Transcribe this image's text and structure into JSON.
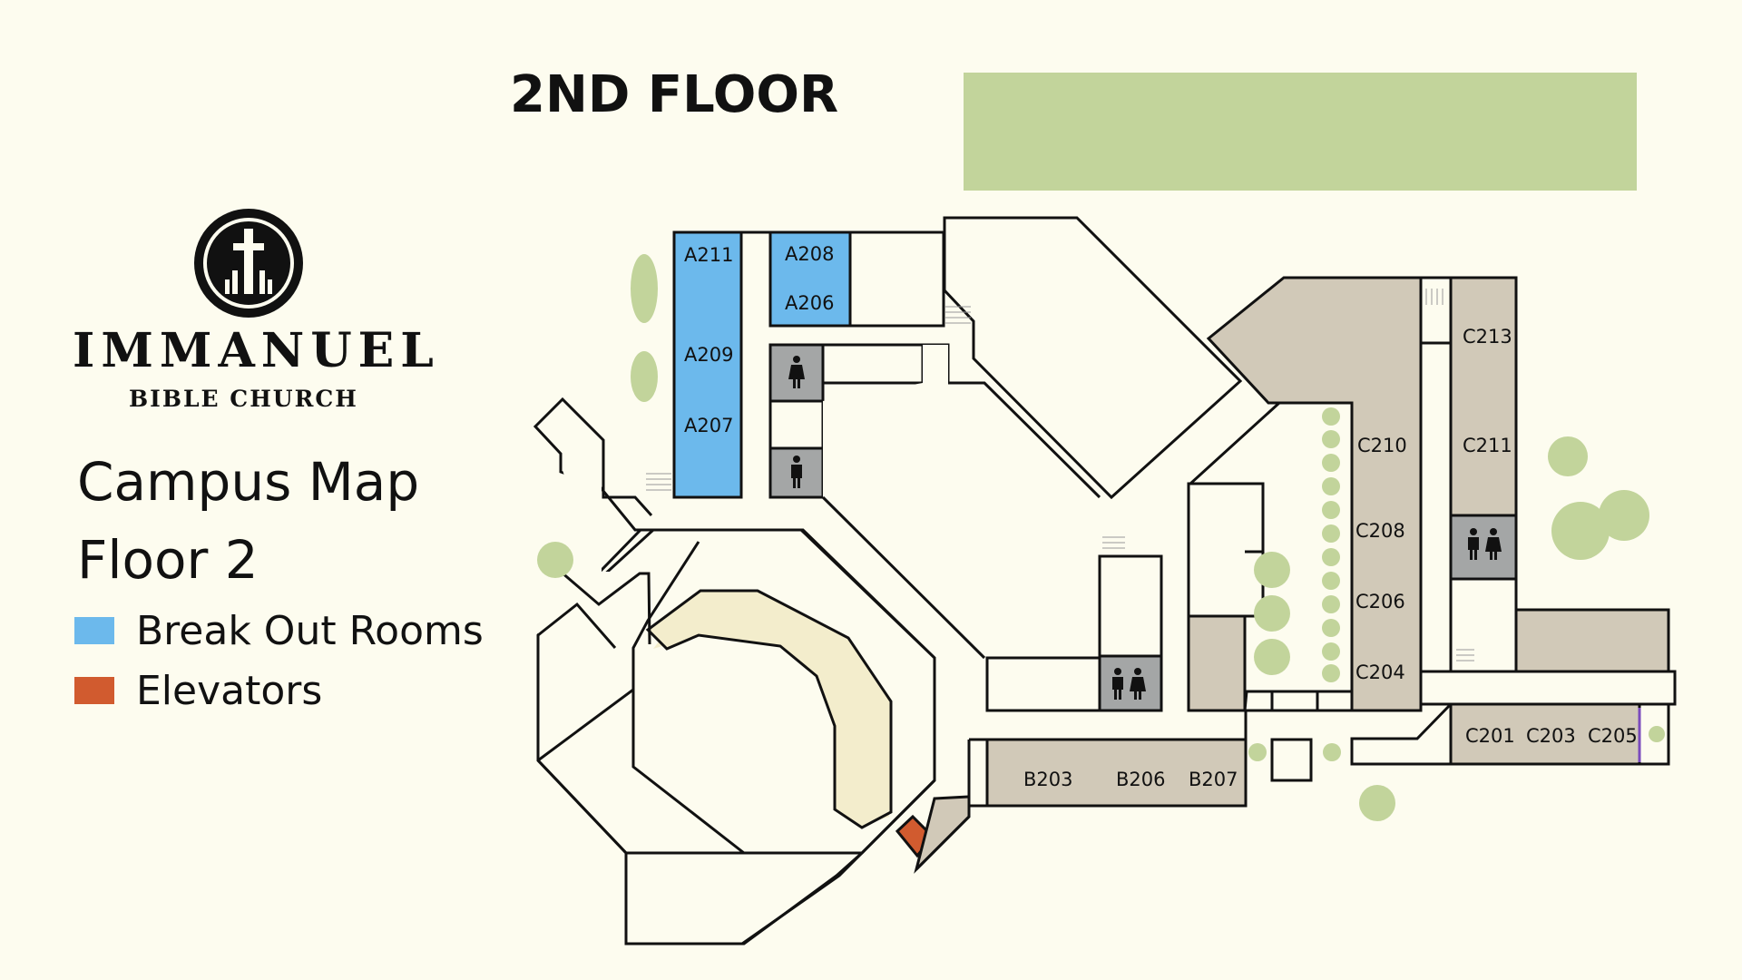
{
  "header": {
    "title": "2ND FLOOR"
  },
  "brand": {
    "name": "IMMANUEL",
    "subtitle": "BIBLE CHURCH"
  },
  "map_title": {
    "line1": "Campus Map",
    "line2": "Floor 2"
  },
  "legend": [
    {
      "label": "Break Out Rooms",
      "color": "#6cb9ec"
    },
    {
      "label": "Elevators",
      "color": "#d15b2f"
    }
  ],
  "colors": {
    "background": "#fdfcef",
    "walls": "#111111",
    "breakout": "#6cb9ec",
    "elevator": "#d15b2f",
    "classroom": "#d1c9b8",
    "restroom": "#a4a6a6",
    "balcony": "#f3edcc",
    "greenery": "#c2d49b"
  },
  "rooms": {
    "A211": "A211",
    "A209": "A209",
    "A207": "A207",
    "A208": "A208",
    "A206": "A206",
    "C213": "C213",
    "C211": "C211",
    "C210": "C210",
    "C208": "C208",
    "C206": "C206",
    "C204": "C204",
    "C201": "C201",
    "C203": "C203",
    "C205": "C205",
    "B203": "B203",
    "B206": "B206",
    "B207": "B207"
  },
  "icons": [
    "church-logo-icon",
    "restroom-women-icon",
    "restroom-men-icon",
    "restroom-all-icon",
    "stairs-icon",
    "tree-icon"
  ]
}
